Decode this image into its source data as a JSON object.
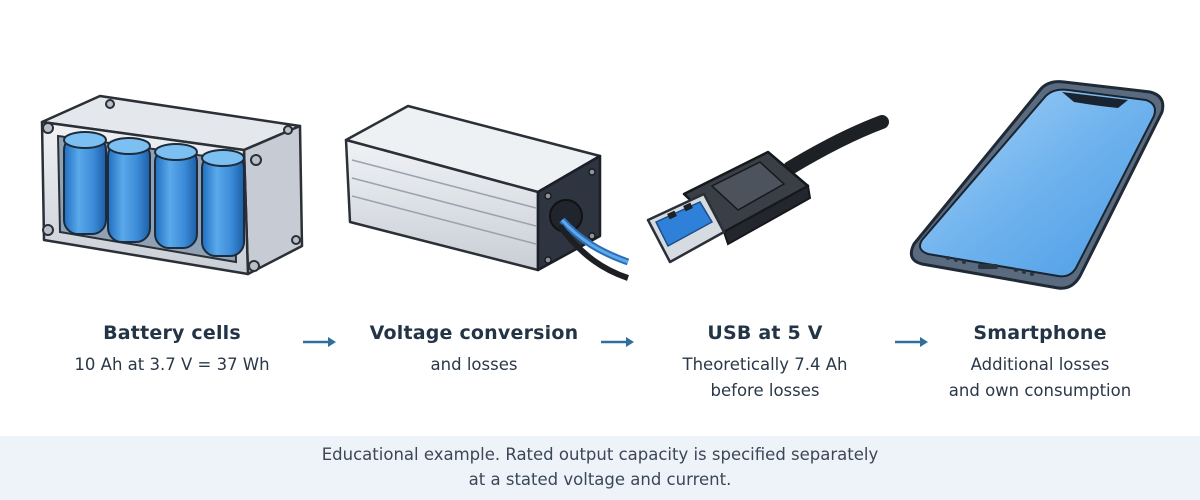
{
  "steps": [
    {
      "title": "Battery cells",
      "lines": [
        "10 Ah at 3.7 V = 37 Wh"
      ],
      "icon": "battery-pack-icon"
    },
    {
      "title": "Voltage conversion",
      "lines": [
        "and losses"
      ],
      "icon": "converter-box-icon"
    },
    {
      "title": "USB at 5 V",
      "lines": [
        "Theoretically 7.4 Ah",
        "before losses"
      ],
      "icon": "usb-plug-icon"
    },
    {
      "title": "Smartphone",
      "lines": [
        "Additional losses",
        "and own consumption"
      ],
      "icon": "smartphone-icon"
    }
  ],
  "footer": {
    "line1": "Educational example. Rated output capacity is specified separately",
    "line2": "at a stated voltage and current."
  },
  "colors": {
    "cell_blue": "#3d8fd9",
    "arrow": "#2f6f9e",
    "footer_bg": "#eef3f9"
  }
}
